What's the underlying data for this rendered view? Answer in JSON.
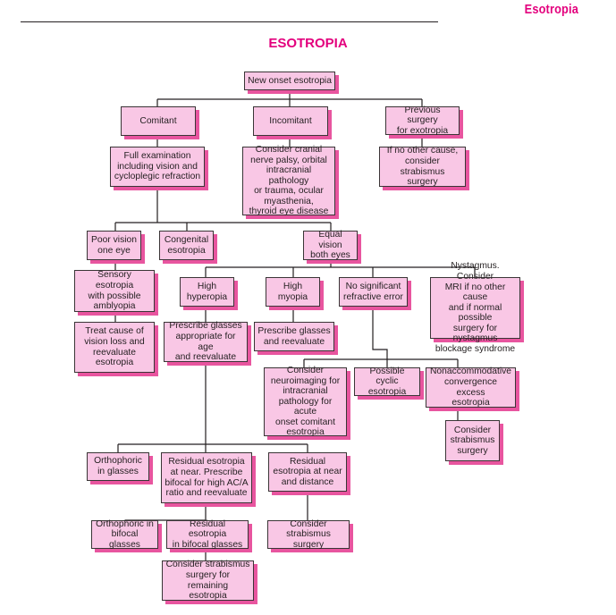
{
  "running_head": "Esotropia",
  "title": "ESOTROPIA",
  "colors": {
    "accent": "#e3007d",
    "box_fill": "#f9c7e5",
    "box_shadow": "#e8559f",
    "line": "#231f20"
  },
  "nodes": {
    "new_onset": "New onset esotropia",
    "comitant": "Comitant",
    "incomitant": "Incomitant",
    "previous_surgery": "Previous surgery\nfor exotropia",
    "full_exam": "Full examination\nincluding vision and\ncycloplegic refraction",
    "incomitant_causes": "Consider cranial\nnerve palsy, orbital\nintracranial pathology\nor trauma, ocular\nmyasthenia,\nthyroid eye disease",
    "no_other_cause": "If no other cause,\nconsider strabismus\nsurgery",
    "poor_vision": "Poor vision\none eye",
    "congenital": "Congenital\nesotropia",
    "equal_vision": "Equal vision\nboth eyes",
    "sensory": "Sensory esotropia\nwith possible\namblyopia",
    "treat_cause": "Treat cause of\nvision loss and\nreevaluate\nesotropia",
    "high_hyperopia": "High\nhyperopia",
    "high_myopia": "High\nmyopia",
    "no_refractive": "No significant\nrefractive error",
    "nystagmus": "Nystagmus. Consider\nMRI if no other cause\nand if normal possible\nsurgery for nystagmus\nblockage syndrome",
    "prescribe_age": "Prescribe glasses\nappropriate for age\nand reevaluate",
    "prescribe_reevaluate": "Prescribe glasses\nand reevaluate",
    "neuroimaging": "Consider\nneuroimaging for\nintracranial\npathology for acute\nonset comitant\nesotropia",
    "cyclic": "Possible cyclic\nesotropia",
    "nonaccommodative": "Nonaccommodative\nconvergence excess\nesotropia",
    "strabismus_surgery_1": "Consider\nstrabismus\nsurgery",
    "orthophoric_glasses": "Orthophoric\nin glasses",
    "residual_near": "Residual esotropia\nat near. Prescribe\nbifocal for high AC/A\nratio and reevaluate",
    "residual_near_distance": "Residual\nesotropia at near\nand distance",
    "orthophoric_bifocal": "Orthophoric in\nbifocal glasses",
    "residual_bifocal": "Residual esotropia\nin bifocal glasses",
    "strabismus_surgery_2": "Consider\nstrabismus surgery",
    "strabismus_remaining": "Consider strabismus\nsurgery for remaining\nesotropia"
  }
}
